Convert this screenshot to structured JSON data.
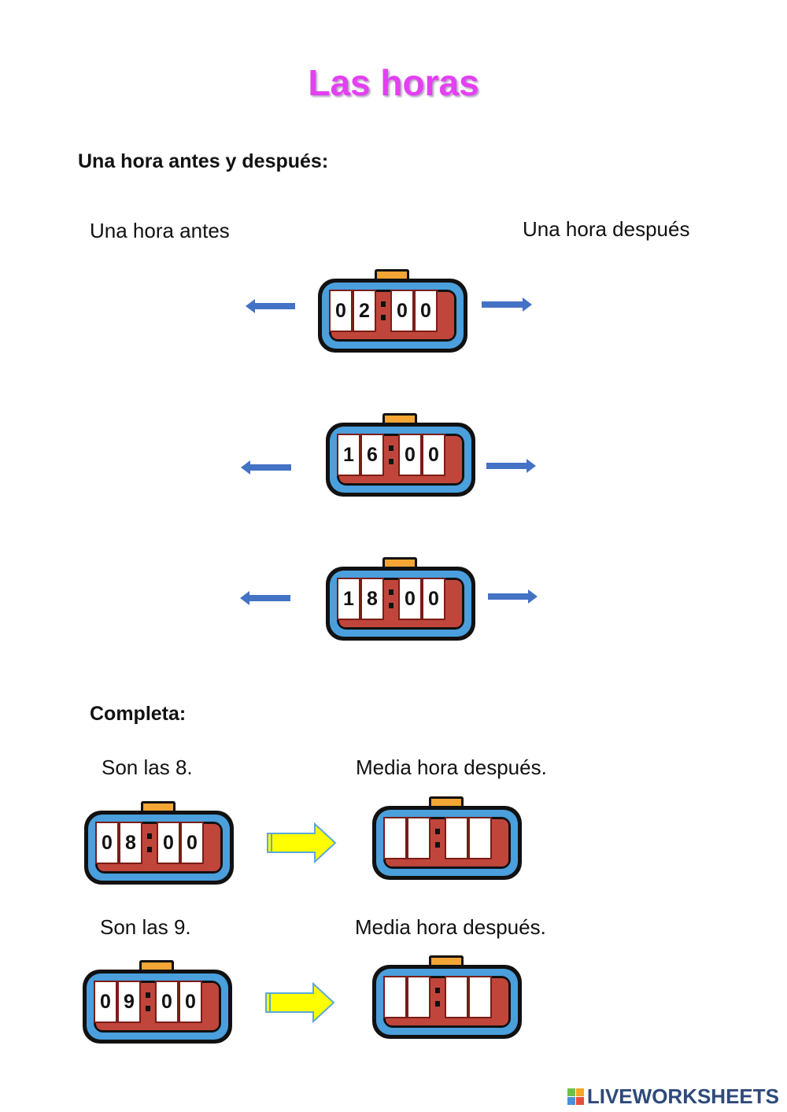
{
  "title": "Las horas",
  "section1": {
    "heading": "Una hora antes y después:",
    "label_before": "Una hora antes",
    "label_after": "Una hora después",
    "clocks": [
      {
        "d1": "0",
        "d2": "2",
        "d3": "0",
        "d4": "0"
      },
      {
        "d1": "1",
        "d2": "6",
        "d3": "0",
        "d4": "0"
      },
      {
        "d1": "1",
        "d2": "8",
        "d3": "0",
        "d4": "0"
      }
    ]
  },
  "section2": {
    "heading": "Completa:",
    "rows": [
      {
        "prompt": "Son las 8.",
        "result_label": "Media hora después.",
        "clock": {
          "d1": "0",
          "d2": "8",
          "d3": "0",
          "d4": "0"
        }
      },
      {
        "prompt": "Son las 9.",
        "result_label": "Media hora después.",
        "clock": {
          "d1": "0",
          "d2": "9",
          "d3": "0",
          "d4": "0"
        }
      }
    ]
  },
  "brand": "LIVEWORKSHEETS",
  "colors": {
    "title": "#e43ff2",
    "arrow_blue": "#4472c4",
    "arrow_yellow": "#ffff00",
    "clock_red": "#c0463c",
    "clock_blue": "#4a9fdc",
    "knob": "#f3a636"
  },
  "icons": [
    "alarm-clock-icon",
    "arrow-left-icon",
    "arrow-right-icon",
    "yellow-arrow-icon"
  ]
}
